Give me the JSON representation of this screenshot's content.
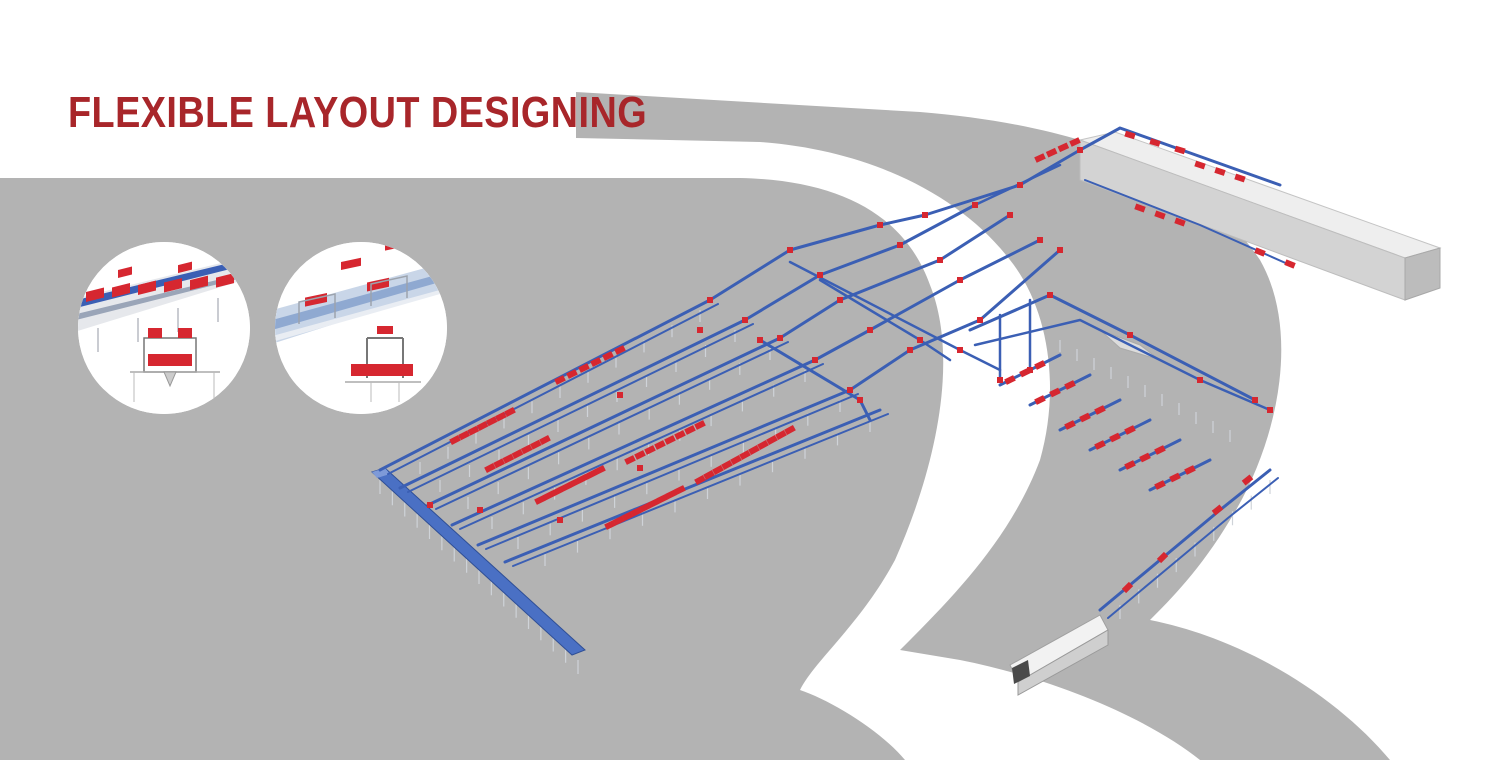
{
  "header": {
    "title": "FLEXIBLE LAYOUT DESIGNING"
  },
  "colors": {
    "title_red": "#a8262a",
    "backdrop_gray": "#b3b3b3",
    "conveyor_blue": "#3b5fb4",
    "crate_red": "#d62730",
    "frame_gray": "#cfd3d8",
    "building_gray": "#d9d9d9"
  },
  "insets": [
    {
      "name": "closeup-trolley-rail",
      "icon": "conveyor-closeup-icon"
    },
    {
      "name": "closeup-overhead-carrier",
      "icon": "carrier-closeup-icon"
    }
  ],
  "building": {
    "label": ""
  }
}
